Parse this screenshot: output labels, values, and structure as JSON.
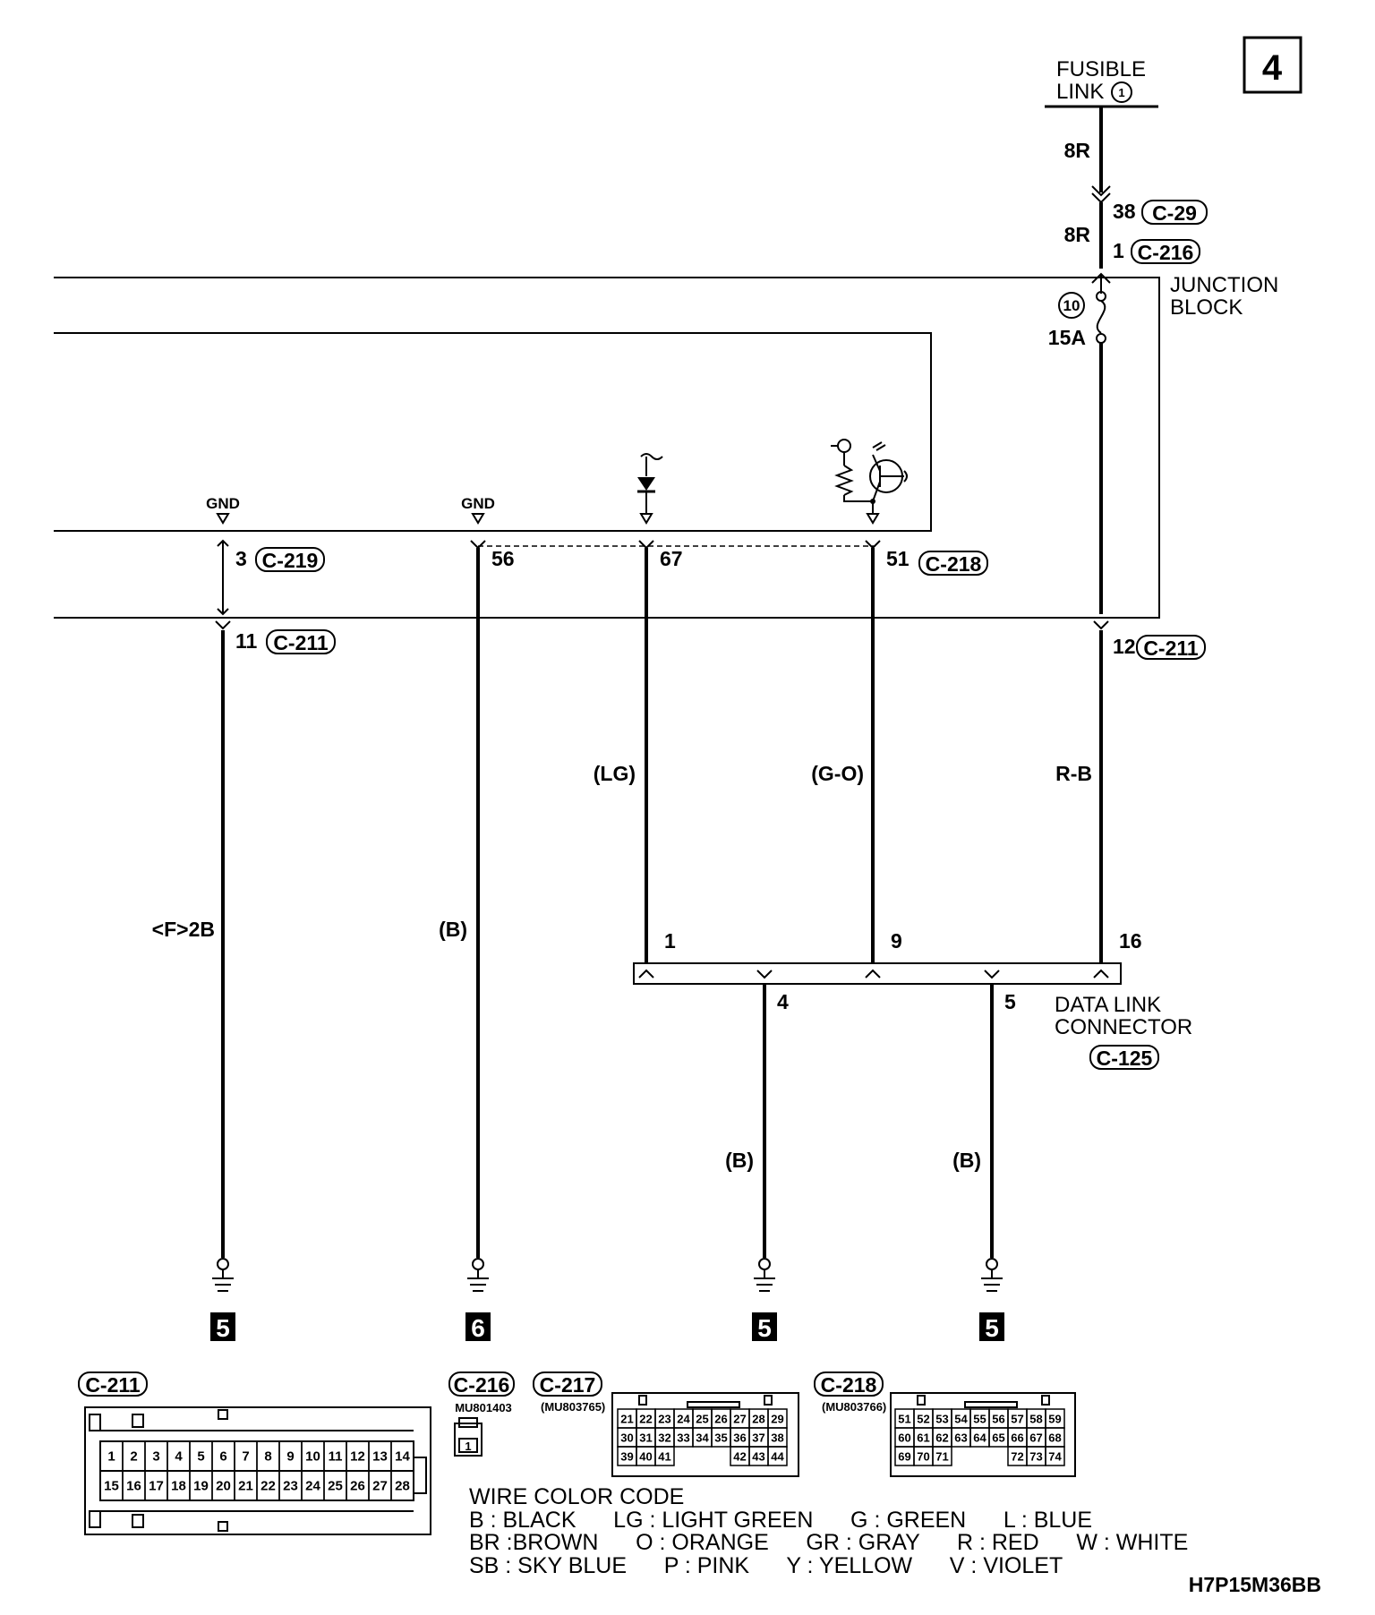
{
  "page_number": "4",
  "diagram_code": "H7P15M36BB",
  "fusible_link": {
    "line1": "FUSIBLE",
    "line2": "LINK",
    "number": "1"
  },
  "junction_block": {
    "line1": "JUNCTION",
    "line2": "BLOCK",
    "fuse_number": "10",
    "fuse_rating": "15A"
  },
  "wire_labels": {
    "fl_top": "8R",
    "fl_bottom": "8R",
    "c211_11": "<F>2B",
    "c218_56": "(B)",
    "c218_67": "(LG)",
    "c218_51": "(G-O)",
    "c211_12": "R-B",
    "dlc_4": "(B)",
    "dlc_5": "(B)"
  },
  "gnd_labels": {
    "left": "GND",
    "right": "GND"
  },
  "pins": {
    "c29_38": "38",
    "c216_1": "1",
    "c219_3": "3",
    "c211_11": "11",
    "c211_12": "12",
    "c218_56": "56",
    "c218_67": "67",
    "c218_51": "51",
    "dlc_1": "1",
    "dlc_9": "9",
    "dlc_16": "16",
    "dlc_4": "4",
    "dlc_5": "5"
  },
  "connectors": {
    "c29": "C-29",
    "c216": "C-216",
    "c219": "C-219",
    "c211": "C-211",
    "c218": "C-218",
    "c125": "C-125",
    "c217": "C-217"
  },
  "data_link_connector": {
    "line1": "DATA LINK",
    "line2": "CONNECTOR"
  },
  "ground_points": [
    "5",
    "6",
    "5",
    "5"
  ],
  "connector_views": {
    "c211": {
      "name": "C-211",
      "row1": [
        "1",
        "2",
        "3",
        "4",
        "5",
        "6",
        "7",
        "8",
        "9",
        "10",
        "11",
        "12",
        "13",
        "14"
      ],
      "row2": [
        "15",
        "16",
        "17",
        "18",
        "19",
        "20",
        "21",
        "22",
        "23",
        "24",
        "25",
        "26",
        "27",
        "28"
      ]
    },
    "c216": {
      "name": "C-216",
      "part": "MU801403",
      "pin": "1"
    },
    "c217": {
      "name": "C-217",
      "part": "(MU803765)",
      "row1": [
        "21",
        "22",
        "23",
        "24",
        "25",
        "26",
        "27",
        "28",
        "29"
      ],
      "row2": [
        "30",
        "31",
        "32",
        "33",
        "34",
        "35",
        "36",
        "37",
        "38"
      ],
      "row3": [
        "39",
        "40",
        "41",
        "",
        "",
        "",
        "42",
        "43",
        "44"
      ]
    },
    "c218": {
      "name": "C-218",
      "part": "(MU803766)",
      "row1": [
        "51",
        "52",
        "53",
        "54",
        "55",
        "56",
        "57",
        "58",
        "59"
      ],
      "row2": [
        "60",
        "61",
        "62",
        "63",
        "64",
        "65",
        "66",
        "67",
        "68"
      ],
      "row3": [
        "69",
        "70",
        "71",
        "",
        "",
        "",
        "72",
        "73",
        "74"
      ]
    }
  },
  "wire_color_code": {
    "title": "WIRE COLOR CODE",
    "line1": "B : BLACK      LG : LIGHT GREEN      G : GREEN      L : BLUE",
    "line2": "BR :BROWN      O : ORANGE      GR : GRAY      R : RED      W : WHITE",
    "line3": "SB : SKY BLUE      P : PINK      Y : YELLOW      V : VIOLET"
  }
}
